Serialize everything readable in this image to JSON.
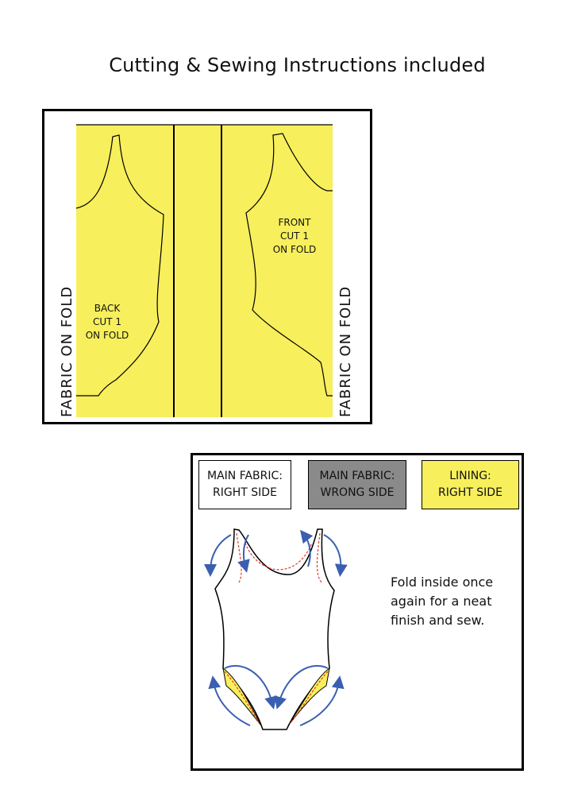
{
  "header": {
    "title": "Cutting & Sewing Instructions included"
  },
  "cutting": {
    "fold_left": "FABRIC ON FOLD",
    "fold_right": "FABRIC ON FOLD",
    "back_label": [
      "BACK",
      "CUT 1",
      "ON FOLD"
    ],
    "front_label": [
      "FRONT",
      "CUT 1",
      "ON FOLD"
    ]
  },
  "legend": {
    "main_right": [
      "MAIN FABRIC:",
      "RIGHT SIDE"
    ],
    "main_wrong": [
      "MAIN FABRIC:",
      "WRONG SIDE"
    ],
    "lining_right": [
      "LINING:",
      "RIGHT SIDE"
    ]
  },
  "sewing": {
    "instruction": "Fold inside once again for a neat finish and sew."
  },
  "colors": {
    "fabric_yellow": "#f7ef5c",
    "wrong_side_gray": "#8a8a8a",
    "arrow_blue": "#3a5fb0",
    "stitch_red": "#e53a2a"
  }
}
